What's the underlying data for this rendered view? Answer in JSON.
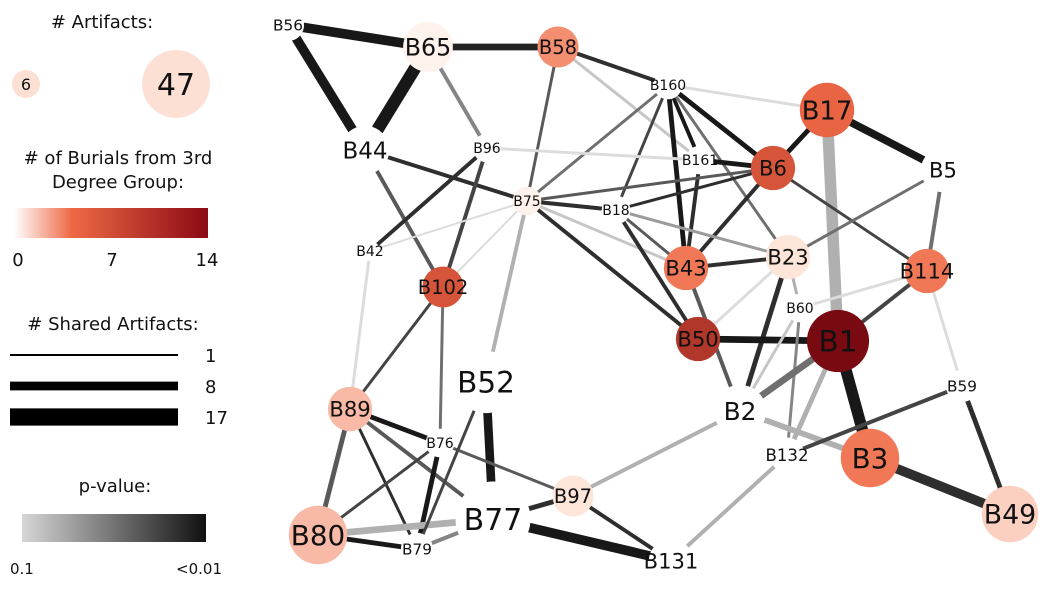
{
  "legend": {
    "artifacts": {
      "title": "# Artifacts:",
      "small_value": "6",
      "large_value": "47"
    },
    "burials": {
      "title_line1": "# of Burials from 3rd",
      "title_line2": "Degree Group:",
      "ticks": [
        "0",
        "7",
        "14"
      ],
      "gradient_colors": [
        "#ffffff",
        "#ee6844",
        "#8b0a14"
      ]
    },
    "shared": {
      "title": "# Shared Artifacts:",
      "rows": [
        {
          "label": "1",
          "weight": 1
        },
        {
          "label": "8",
          "weight": 8
        },
        {
          "label": "17",
          "weight": 17
        }
      ]
    },
    "pvalue": {
      "title": "p-value:",
      "low_label": "0.1",
      "high_label": "<0.01",
      "gradient_colors": [
        "#d6d6d6",
        "#101010"
      ]
    }
  },
  "network": {
    "nodes": [
      {
        "id": "B56",
        "label": "B56",
        "artifacts": 8,
        "burials": 0
      },
      {
        "id": "B65",
        "label": "B65",
        "artifacts": 18,
        "burials": 1
      },
      {
        "id": "B58",
        "label": "B58",
        "artifacts": 12,
        "burials": 6
      },
      {
        "id": "B160",
        "label": "B160",
        "artifacts": 7,
        "burials": 0
      },
      {
        "id": "B17",
        "label": "B17",
        "artifacts": 22,
        "burials": 8
      },
      {
        "id": "B44",
        "label": "B44",
        "artifacts": 17,
        "burials": 0
      },
      {
        "id": "B96",
        "label": "B96",
        "artifacts": 7,
        "burials": 0
      },
      {
        "id": "B161",
        "label": "B161",
        "artifacts": 7,
        "burials": 0
      },
      {
        "id": "B6",
        "label": "B6",
        "artifacts": 14,
        "burials": 9
      },
      {
        "id": "B5",
        "label": "B5",
        "artifacts": 14,
        "burials": 0
      },
      {
        "id": "B75",
        "label": "B75",
        "artifacts": 7,
        "burials": 1
      },
      {
        "id": "B18",
        "label": "B18",
        "artifacts": 7,
        "burials": 0
      },
      {
        "id": "B42",
        "label": "B42",
        "artifacts": 6,
        "burials": 0
      },
      {
        "id": "B23",
        "label": "B23",
        "artifacts": 14,
        "burials": 2
      },
      {
        "id": "B43",
        "label": "B43",
        "artifacts": 14,
        "burials": 7
      },
      {
        "id": "B114",
        "label": "B114",
        "artifacts": 14,
        "burials": 7
      },
      {
        "id": "B102",
        "label": "B102",
        "artifacts": 12,
        "burials": 9
      },
      {
        "id": "B60",
        "label": "B60",
        "artifacts": 7,
        "burials": 0
      },
      {
        "id": "B50",
        "label": "B50",
        "artifacts": 14,
        "burials": 11
      },
      {
        "id": "B1",
        "label": "B1",
        "artifacts": 30,
        "burials": 14
      },
      {
        "id": "B52",
        "label": "B52",
        "artifacts": 30,
        "burials": 0
      },
      {
        "id": "B59",
        "label": "B59",
        "artifacts": 8,
        "burials": 0
      },
      {
        "id": "B89",
        "label": "B89",
        "artifacts": 14,
        "burials": 4
      },
      {
        "id": "B2",
        "label": "B2",
        "artifacts": 20,
        "burials": 0
      },
      {
        "id": "B76",
        "label": "B76",
        "artifacts": 7,
        "burials": 0
      },
      {
        "id": "B132",
        "label": "B132",
        "artifacts": 9,
        "burials": 0
      },
      {
        "id": "B3",
        "label": "B3",
        "artifacts": 26,
        "burials": 7
      },
      {
        "id": "B97",
        "label": "B97",
        "artifacts": 12,
        "burials": 2
      },
      {
        "id": "B80",
        "label": "B80",
        "artifacts": 26,
        "burials": 4
      },
      {
        "id": "B77",
        "label": "B77",
        "artifacts": 47,
        "burials": 0
      },
      {
        "id": "B79",
        "label": "B79",
        "artifacts": 8,
        "burials": 0
      },
      {
        "id": "B131",
        "label": "B131",
        "artifacts": 14,
        "burials": 0
      },
      {
        "id": "B49",
        "label": "B49",
        "artifacts": 24,
        "burials": 3
      }
    ],
    "edges": [
      {
        "source": "B56",
        "target": "B65",
        "shared": 9,
        "p_value": 0.01
      },
      {
        "source": "B56",
        "target": "B44",
        "shared": 9,
        "p_value": 0.01
      },
      {
        "source": "B65",
        "target": "B58",
        "shared": 6,
        "p_value": 0.015
      },
      {
        "source": "B65",
        "target": "B44",
        "shared": 12,
        "p_value": 0.01
      },
      {
        "source": "B65",
        "target": "B96",
        "shared": 3,
        "p_value": 0.06
      },
      {
        "source": "B58",
        "target": "B160",
        "shared": 3,
        "p_value": 0.02
      },
      {
        "source": "B58",
        "target": "B75",
        "shared": 2,
        "p_value": 0.04
      },
      {
        "source": "B58",
        "target": "B161",
        "shared": 2,
        "p_value": 0.09
      },
      {
        "source": "B160",
        "target": "B17",
        "shared": 2,
        "p_value": 0.1
      },
      {
        "source": "B160",
        "target": "B6",
        "shared": 4,
        "p_value": 0.01
      },
      {
        "source": "B160",
        "target": "B161",
        "shared": 3,
        "p_value": 0.01
      },
      {
        "source": "B160",
        "target": "B43",
        "shared": 4,
        "p_value": 0.01
      },
      {
        "source": "B160",
        "target": "B18",
        "shared": 2,
        "p_value": 0.03
      },
      {
        "source": "B160",
        "target": "B75",
        "shared": 2,
        "p_value": 0.05
      },
      {
        "source": "B160",
        "target": "B23",
        "shared": 2,
        "p_value": 0.05
      },
      {
        "source": "B17",
        "target": "B6",
        "shared": 4,
        "p_value": 0.01
      },
      {
        "source": "B17",
        "target": "B5",
        "shared": 7,
        "p_value": 0.01
      },
      {
        "source": "B17",
        "target": "B1",
        "shared": 11,
        "p_value": 0.08
      },
      {
        "source": "B44",
        "target": "B75",
        "shared": 3,
        "p_value": 0.02
      },
      {
        "source": "B44",
        "target": "B102",
        "shared": 3,
        "p_value": 0.04
      },
      {
        "source": "B96",
        "target": "B42",
        "shared": 3,
        "p_value": 0.02
      },
      {
        "source": "B96",
        "target": "B102",
        "shared": 3,
        "p_value": 0.03
      },
      {
        "source": "B96",
        "target": "B161",
        "shared": 2,
        "p_value": 0.1
      },
      {
        "source": "B161",
        "target": "B6",
        "shared": 4,
        "p_value": 0.01
      },
      {
        "source": "B161",
        "target": "B43",
        "shared": 3,
        "p_value": 0.02
      },
      {
        "source": "B6",
        "target": "B75",
        "shared": 2,
        "p_value": 0.04
      },
      {
        "source": "B6",
        "target": "B43",
        "shared": 3,
        "p_value": 0.02
      },
      {
        "source": "B6",
        "target": "B114",
        "shared": 2,
        "p_value": 0.03
      },
      {
        "source": "B6",
        "target": "B18",
        "shared": 2,
        "p_value": 0.02
      },
      {
        "source": "B5",
        "target": "B114",
        "shared": 3,
        "p_value": 0.05
      },
      {
        "source": "B5",
        "target": "B23",
        "shared": 2,
        "p_value": 0.05
      },
      {
        "source": "B75",
        "target": "B18",
        "shared": 3,
        "p_value": 0.02
      },
      {
        "source": "B75",
        "target": "B42",
        "shared": 1,
        "p_value": 0.1
      },
      {
        "source": "B75",
        "target": "B102",
        "shared": 1,
        "p_value": 0.1
      },
      {
        "source": "B75",
        "target": "B52",
        "shared": 3,
        "p_value": 0.08
      },
      {
        "source": "B75",
        "target": "B43",
        "shared": 2,
        "p_value": 0.09
      },
      {
        "source": "B75",
        "target": "B50",
        "shared": 3,
        "p_value": 0.02
      },
      {
        "source": "B18",
        "target": "B43",
        "shared": 2,
        "p_value": 0.04
      },
      {
        "source": "B18",
        "target": "B23",
        "shared": 2,
        "p_value": 0.07
      },
      {
        "source": "B18",
        "target": "B50",
        "shared": 3,
        "p_value": 0.02
      },
      {
        "source": "B43",
        "target": "B23",
        "shared": 3,
        "p_value": 0.02
      },
      {
        "source": "B43",
        "target": "B2",
        "shared": 3,
        "p_value": 0.04
      },
      {
        "source": "B23",
        "target": "B2",
        "shared": 4,
        "p_value": 0.02
      },
      {
        "source": "B23",
        "target": "B50",
        "shared": 2,
        "p_value": 0.1
      },
      {
        "source": "B23",
        "target": "B60",
        "shared": 2,
        "p_value": 0.08
      },
      {
        "source": "B114",
        "target": "B1",
        "shared": 3,
        "p_value": 0.03
      },
      {
        "source": "B114",
        "target": "B59",
        "shared": 2,
        "p_value": 0.1
      },
      {
        "source": "B114",
        "target": "B60",
        "shared": 2,
        "p_value": 0.1
      },
      {
        "source": "B50",
        "target": "B1",
        "shared": 6,
        "p_value": 0.01
      },
      {
        "source": "B60",
        "target": "B2",
        "shared": 2,
        "p_value": 0.09
      },
      {
        "source": "B60",
        "target": "B132",
        "shared": 2,
        "p_value": 0.06
      },
      {
        "source": "B1",
        "target": "B2",
        "shared": 6,
        "p_value": 0.05
      },
      {
        "source": "B1",
        "target": "B3",
        "shared": 11,
        "p_value": 0.01
      },
      {
        "source": "B1",
        "target": "B132",
        "shared": 4,
        "p_value": 0.08
      },
      {
        "source": "B2",
        "target": "B3",
        "shared": 5,
        "p_value": 0.08
      },
      {
        "source": "B2",
        "target": "B97",
        "shared": 3,
        "p_value": 0.08
      },
      {
        "source": "B132",
        "target": "B59",
        "shared": 3,
        "p_value": 0.03
      },
      {
        "source": "B132",
        "target": "B131",
        "shared": 3,
        "p_value": 0.08
      },
      {
        "source": "B3",
        "target": "B49",
        "shared": 9,
        "p_value": 0.02
      },
      {
        "source": "B59",
        "target": "B49",
        "shared": 4,
        "p_value": 0.02
      },
      {
        "source": "B102",
        "target": "B89",
        "shared": 2,
        "p_value": 0.03
      },
      {
        "source": "B102",
        "target": "B76",
        "shared": 2,
        "p_value": 0.05
      },
      {
        "source": "B42",
        "target": "B89",
        "shared": 2,
        "p_value": 0.1
      },
      {
        "source": "B52",
        "target": "B77",
        "shared": 8,
        "p_value": 0.01
      },
      {
        "source": "B89",
        "target": "B76",
        "shared": 4,
        "p_value": 0.01
      },
      {
        "source": "B89",
        "target": "B80",
        "shared": 4,
        "p_value": 0.04
      },
      {
        "source": "B89",
        "target": "B79",
        "shared": 2,
        "p_value": 0.02
      },
      {
        "source": "B89",
        "target": "B77",
        "shared": 3,
        "p_value": 0.04
      },
      {
        "source": "B76",
        "target": "B80",
        "shared": 2,
        "p_value": 0.03
      },
      {
        "source": "B76",
        "target": "B79",
        "shared": 4,
        "p_value": 0.01
      },
      {
        "source": "B76",
        "target": "B97",
        "shared": 2,
        "p_value": 0.04
      },
      {
        "source": "B80",
        "target": "B77",
        "shared": 6,
        "p_value": 0.08
      },
      {
        "source": "B80",
        "target": "B79",
        "shared": 4,
        "p_value": 0.01
      },
      {
        "source": "B79",
        "target": "B77",
        "shared": 3,
        "p_value": 0.06
      },
      {
        "source": "B77",
        "target": "B97",
        "shared": 4,
        "p_value": 0.02
      },
      {
        "source": "B77",
        "target": "B131",
        "shared": 9,
        "p_value": 0.01
      },
      {
        "source": "B97",
        "target": "B131",
        "shared": 3,
        "p_value": 0.02
      },
      {
        "source": "B52",
        "target": "B79",
        "shared": 2,
        "p_value": 0.03
      }
    ]
  }
}
